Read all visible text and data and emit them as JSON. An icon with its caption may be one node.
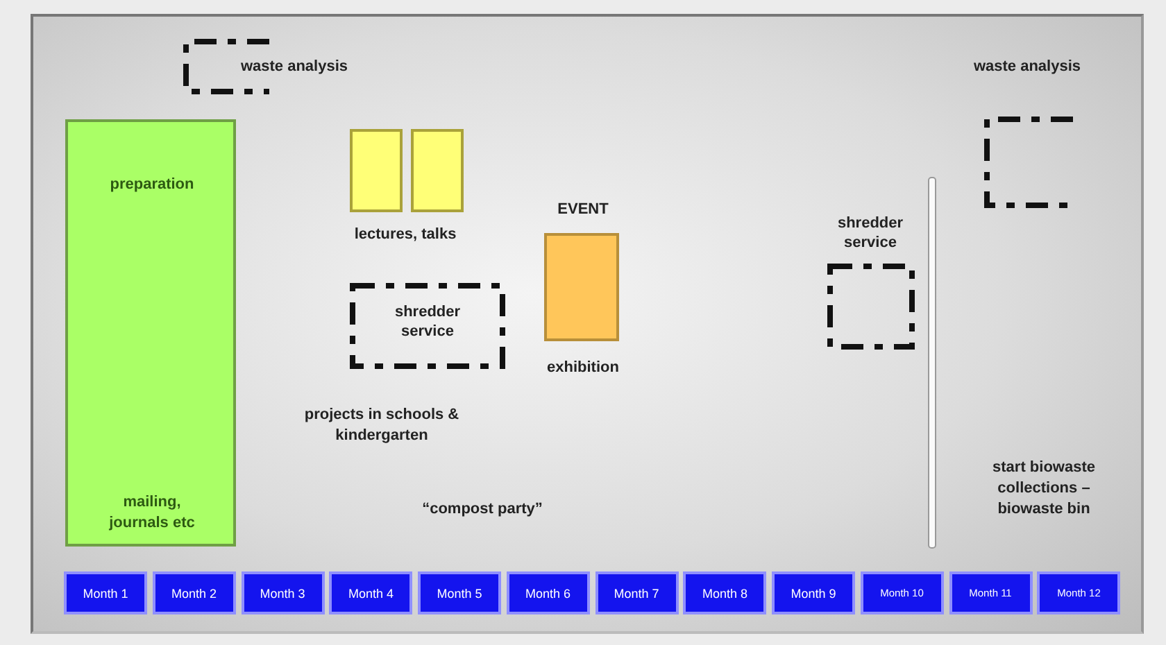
{
  "diagram": {
    "nodes": [
      {
        "text": [
          "waste analysis"
        ]
      },
      {
        "text": [
          "waste analysis"
        ]
      },
      {
        "text": [
          "preparation",
          "mailing, journals etc"
        ]
      },
      {
        "text": [],
        "shape": "box"
      },
      {
        "text": [],
        "shape": "box"
      },
      {
        "text": [
          "EVENT"
        ],
        "beside": [
          "exhibition"
        ]
      },
      {
        "text": [
          "shredder service"
        ]
      },
      {
        "text": [
          "shredder service"
        ]
      },
      {
        "text": [
          "Month 1"
        ]
      },
      {
        "text": [
          "Month 2"
        ]
      },
      {
        "text": [
          "Month 3"
        ]
      },
      {
        "text": [
          "Month 4"
        ]
      },
      {
        "text": [
          "Month 5"
        ]
      },
      {
        "text": [
          "Month 6"
        ]
      },
      {
        "text": [
          "Month 7"
        ]
      },
      {
        "text": [
          "Month 8"
        ]
      },
      {
        "text": [
          "Month 9"
        ]
      },
      {
        "text": [
          "Month 10"
        ]
      },
      {
        "text": [
          "Month 11"
        ]
      },
      {
        "text": [
          "Month 12"
        ]
      }
    ],
    "edges": [],
    "labels": [
      "lectures, talks",
      "projects in schools & kindergarten",
      "“compost party”",
      "start biowaste collections – biowaste bin"
    ]
  }
}
